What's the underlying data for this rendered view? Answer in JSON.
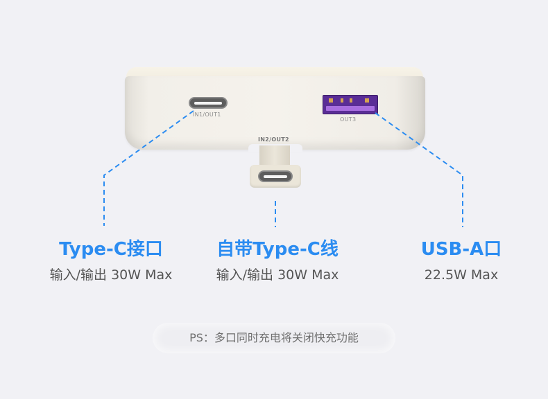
{
  "device": {
    "ports": [
      {
        "id": "in1-out1",
        "label": "IN1/OUT1",
        "type": "USB-C"
      },
      {
        "id": "out3",
        "label": "OUT3",
        "type": "USB-A"
      },
      {
        "id": "in2-out2",
        "label": "IN2/OUT2",
        "type": "Built-in USB-C cable"
      }
    ]
  },
  "callouts": [
    {
      "title": "Type-C接口",
      "subtitle": "输入/输出 30W Max"
    },
    {
      "title": "自带Type-C线",
      "subtitle": "输入/输出 30W Max"
    },
    {
      "title": "USB-A口",
      "subtitle": "22.5W Max"
    }
  ],
  "note": "PS：多口同时充电将关闭快充功能",
  "colors": {
    "accent": "#2b8cf1",
    "background": "#f1f1f5",
    "usb_a_port": "#5a2d96"
  }
}
